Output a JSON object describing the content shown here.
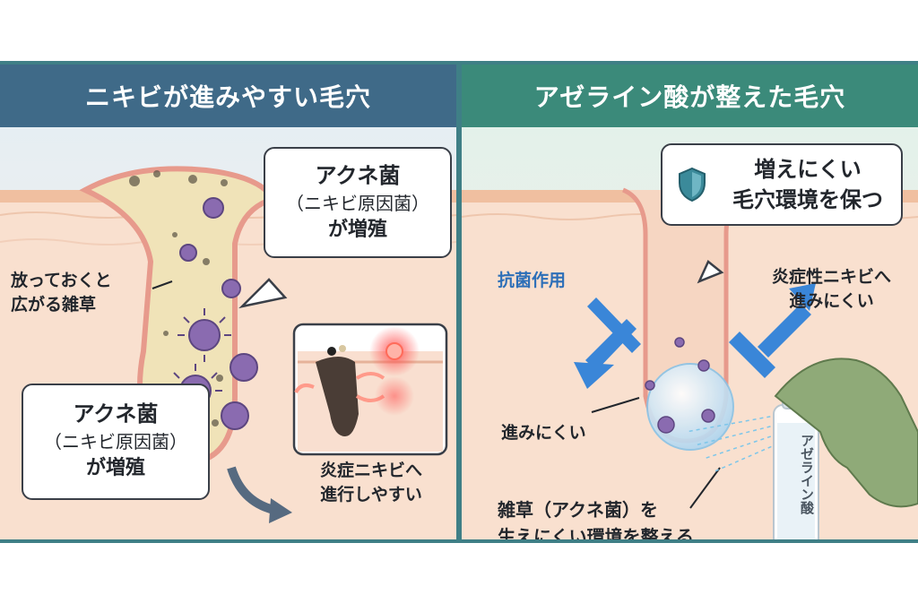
{
  "left": {
    "title": "ニキビが進みやすい毛穴",
    "bubble_top": {
      "line1": "アクネ菌",
      "line2": "（ニキビ原因菌）",
      "line3": "が増殖"
    },
    "weed_label": {
      "line1": "放っておくと",
      "line2": "広がる雑草"
    },
    "bubble_bottom": {
      "line1": "アクネ菌",
      "line2": "（ニキビ原因菌）",
      "line3": "が増殖"
    },
    "inflamed_caption": {
      "line1": "炎症ニキビへ",
      "line2": "進行しやすい"
    }
  },
  "right": {
    "title": "アゼライン酸が整えた毛穴",
    "bubble": {
      "line1": "増えにくい",
      "line2": "毛穴環境を保つ"
    },
    "antibacterial": "抗菌作用",
    "inflammatory": {
      "line1": "炎症性ニキビへ",
      "line2": "進みにくい"
    },
    "hard_to_progress": "進みにくい",
    "weed_env": {
      "line1": "雑草（アクネ菌）を",
      "line2": "生えにくい環境を整える"
    },
    "spray_label": "アゼライン酸"
  },
  "colors": {
    "left_header": "#3f6a88",
    "right_header": "#3b8a7a",
    "skin": "#f7d9c4",
    "bacteria": "#8a6bb0",
    "arrow_blue": "#3a86d8"
  },
  "icons": {
    "shield": "shield-icon",
    "bacteria": "bacteria-icon",
    "arrow": "arrow-icon",
    "spray": "spray-bottle-icon",
    "hand": "gloved-hand-icon"
  }
}
